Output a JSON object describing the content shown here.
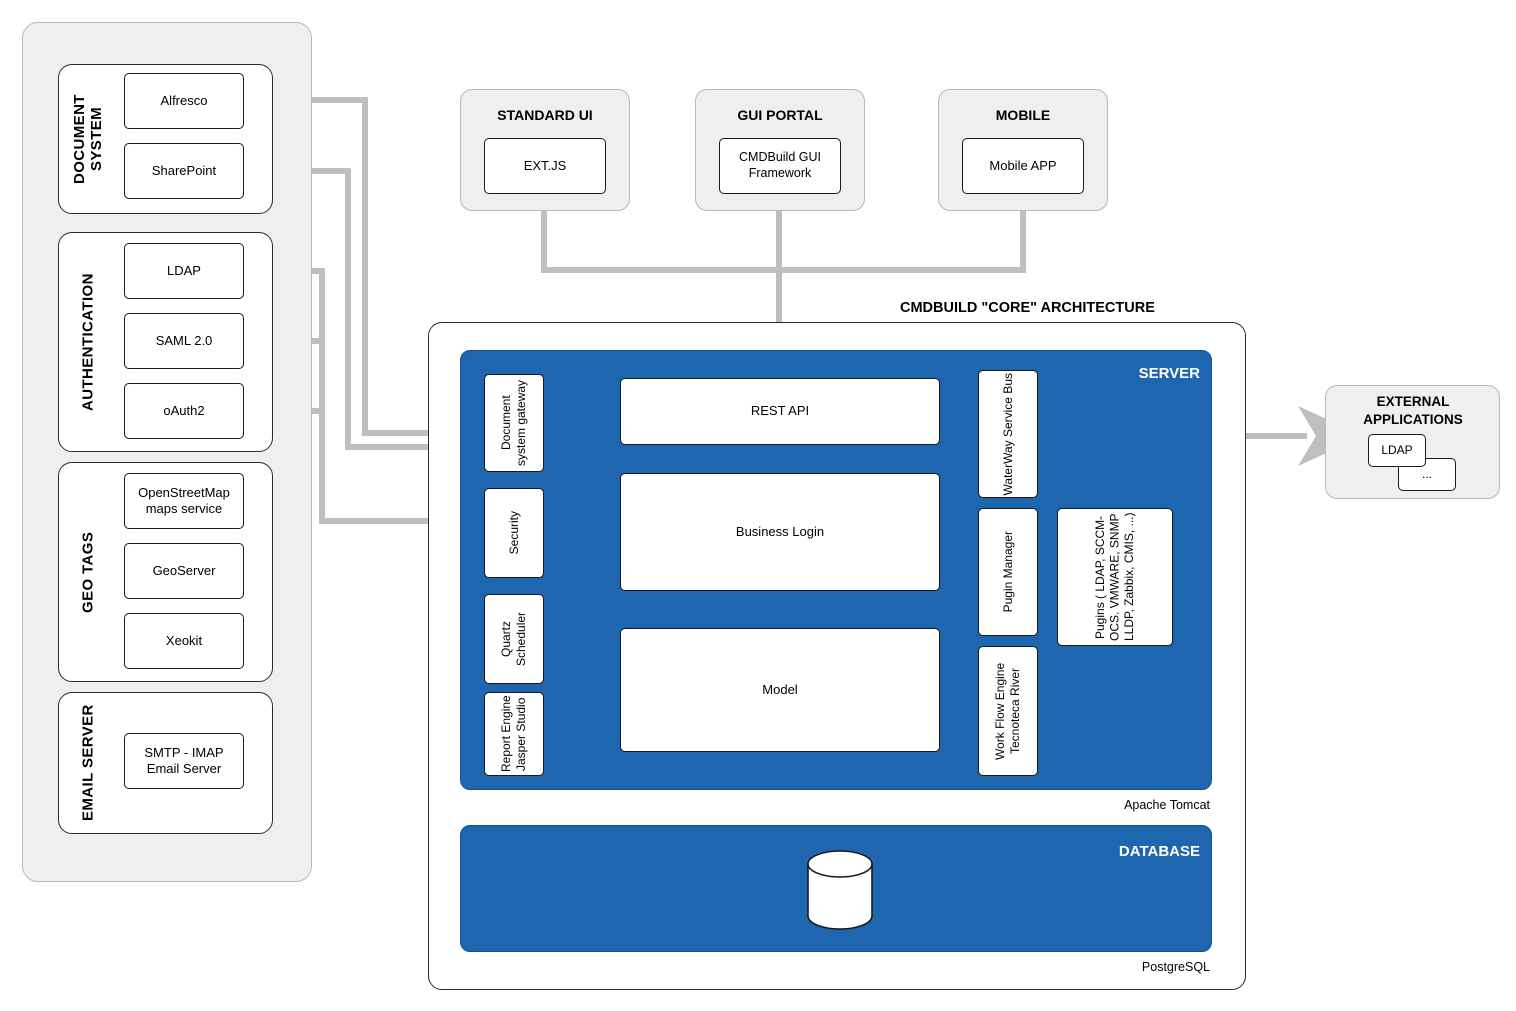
{
  "diagram": {
    "title": "CMDBUILD \"CORE\" ARCHITECTURE"
  },
  "left_panel": {
    "groups": [
      {
        "label": "DOCUMENT SYSTEM",
        "items": [
          {
            "label": "Alfresco"
          },
          {
            "label": "SharePoint"
          }
        ]
      },
      {
        "label": "AUTHENTICATION",
        "items": [
          {
            "label": "LDAP"
          },
          {
            "label": "SAML 2.0"
          },
          {
            "label": "oAuth2"
          }
        ]
      },
      {
        "label": "GEO TAGS",
        "items": [
          {
            "label": "OpenStreetMap maps service"
          },
          {
            "label": "GeoServer"
          },
          {
            "label": "Xeokit"
          }
        ]
      },
      {
        "label": "EMAIL SERVER",
        "items": [
          {
            "label": "SMTP - IMAP Email Server"
          }
        ]
      }
    ]
  },
  "client_tier": {
    "cards": [
      {
        "title": "STANDARD UI",
        "inner": "EXT.JS"
      },
      {
        "title": "GUI PORTAL",
        "inner": "CMDBuild GUI Framework"
      },
      {
        "title": "MOBILE",
        "inner": "Mobile APP"
      }
    ]
  },
  "core": {
    "server_label": "SERVER",
    "runtime_label": "Apache Tomcat",
    "database_label": "DATABASE",
    "db_engine_label": "PostgreSQL",
    "left_column": [
      {
        "label": "Document system gateway"
      },
      {
        "label": "Security"
      },
      {
        "label": "Quartz Scheduler"
      },
      {
        "label": "Report Engine Jasper Studio"
      }
    ],
    "center_column": [
      {
        "label": "REST API"
      },
      {
        "label": "Business Login"
      },
      {
        "label": "Model"
      }
    ],
    "right_column": [
      {
        "label": "WaterWay Service Bus"
      },
      {
        "label": "Pugin Manager"
      },
      {
        "label": "Work Flow Engine Tecnoteca River"
      }
    ],
    "plugins_box": {
      "label": "Pugins ( LDAP, SCCM-OCS. VMWARE, SNMP LLDP, Zabbix, CMIS, ...)"
    }
  },
  "external": {
    "title": "EXTERNAL APPLICATIONS",
    "items": [
      {
        "label": "LDAP"
      },
      {
        "label": "..."
      }
    ]
  },
  "colors": {
    "server_blue": "#1f66b0",
    "panel_gray": "#efefef",
    "connector_gray": "#bfbfbf",
    "text_black": "#000000"
  }
}
